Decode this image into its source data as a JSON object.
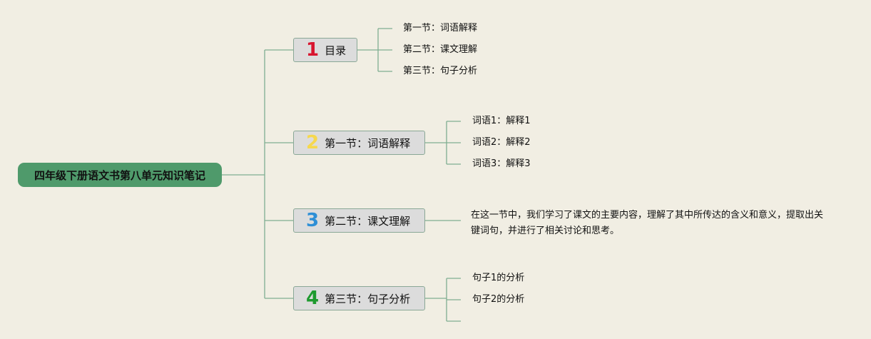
{
  "root": {
    "label": "四年级下册语文书第八单元知识笔记"
  },
  "topics": [
    {
      "number": "1",
      "number_color": "#d8152f",
      "label": "目录",
      "children": [
        "第一节：词语解释",
        "第二节：课文理解",
        "第三节：句子分析"
      ]
    },
    {
      "number": "2",
      "number_color": "#f6d84e",
      "label": "第一节：词语解释",
      "children": [
        "词语1：解释1",
        "词语2：解释2",
        "词语3：解释3"
      ]
    },
    {
      "number": "3",
      "number_color": "#2e8fd6",
      "label": "第二节：课文理解",
      "paragraph": "在这一节中，我们学习了课文的主要内容，理解了其中所传达的含义和意义，提取出关键词句，并进行了相关讨论和思考。"
    },
    {
      "number": "4",
      "number_color": "#1e9a2f",
      "label": "第三节：句子分析",
      "children": [
        "句子1的分析",
        "句子2的分析",
        ""
      ]
    }
  ],
  "colors": {
    "background": "#f1eee3",
    "root_fill": "#4f9a6b",
    "connector": "#7fae91",
    "topic_fill": "#dcdcdc"
  }
}
